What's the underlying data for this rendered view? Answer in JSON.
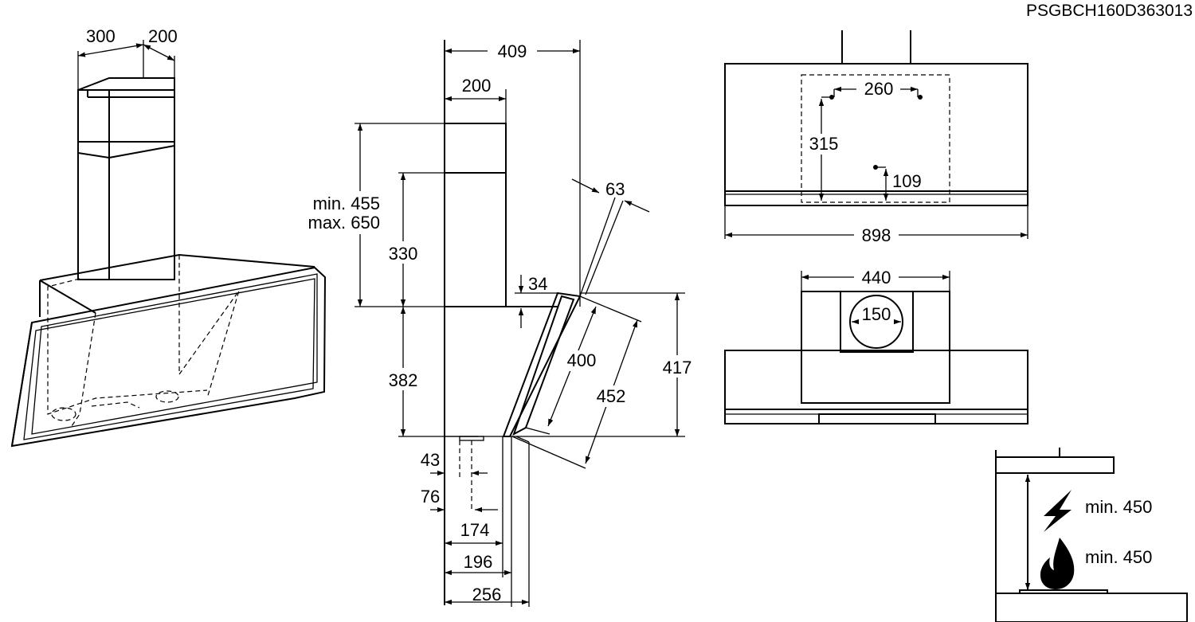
{
  "document_code": "PSGBCH160D363013",
  "perspective": {
    "chimney_width": "300",
    "chimney_depth": "200"
  },
  "side": {
    "total_depth": "409",
    "chimney_depth": "200",
    "chimney_min": "min. 455",
    "chimney_max": "max. 650",
    "upper_height": "330",
    "lower_height": "382",
    "step": "34",
    "glass": "63",
    "panel_inner": "400",
    "panel_outer": "452",
    "panel_height": "417",
    "d43": "43",
    "d76": "76",
    "d174": "174",
    "d196": "196",
    "d256": "256"
  },
  "rear": {
    "holes_spacing": "260",
    "holes_height": "315",
    "hole_low": "109",
    "total_width": "898"
  },
  "top": {
    "body_width": "440",
    "outlet": "150"
  },
  "clearance": {
    "electric": "min. 450",
    "gas": "min. 450"
  },
  "icons": [
    "electric-bolt-icon",
    "gas-flame-icon"
  ]
}
